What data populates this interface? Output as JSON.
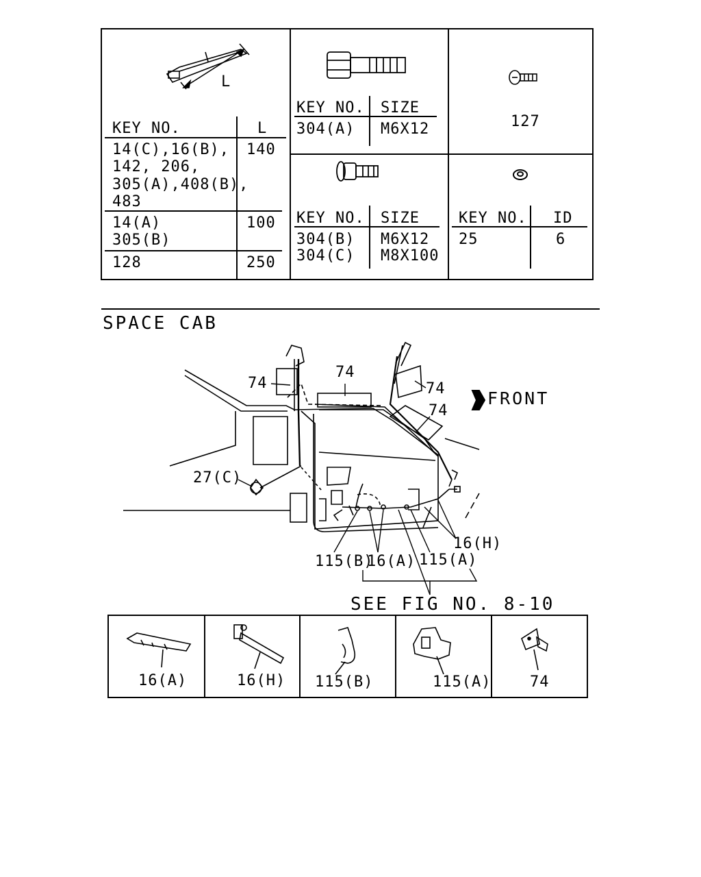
{
  "top_table": {
    "band_cell": {
      "dim_label": "L",
      "header_key": "KEY NO.",
      "header_l": "L",
      "rows": [
        {
          "keys": [
            "14(C),16(B),",
            "142, 206,",
            "305(A),408(B),",
            "483"
          ],
          "l": "140"
        },
        {
          "keys": [
            "14(A)",
            "305(B)"
          ],
          "l": "100"
        },
        {
          "keys": [
            "128"
          ],
          "l": "250"
        }
      ]
    },
    "bolt_cell": {
      "header_key": "KEY NO.",
      "header_size": "SIZE",
      "key": "304(A)",
      "size": "M6X12"
    },
    "screw_cell": {
      "value": "127"
    },
    "flange_bolt_cell": {
      "header_key": "KEY NO.",
      "header_size": "SIZE",
      "keys": [
        "304(B)",
        "304(C)"
      ],
      "sizes": [
        "M6X12",
        "M8X100"
      ]
    },
    "grommet_cell": {
      "header_key": "KEY NO.",
      "header_id": "ID",
      "key": "25",
      "id": "6"
    }
  },
  "section_title": "SPACE CAB",
  "diagram": {
    "front_label": "FRONT",
    "callouts": {
      "c74_a": "74",
      "c74_b": "74",
      "c74_c": "74",
      "c74_d": "74",
      "c27c": "27(C)",
      "c115b": "115(B)",
      "c16a": "16(A)",
      "c115a": "115(A)",
      "c16h": "16(H)"
    },
    "see_fig": "SEE FIG NO. 8-10"
  },
  "bottom_parts": [
    {
      "label": "16(A)"
    },
    {
      "label": "16(H)"
    },
    {
      "label": "115(B)"
    },
    {
      "label": "115(A)"
    },
    {
      "label": "74"
    }
  ]
}
